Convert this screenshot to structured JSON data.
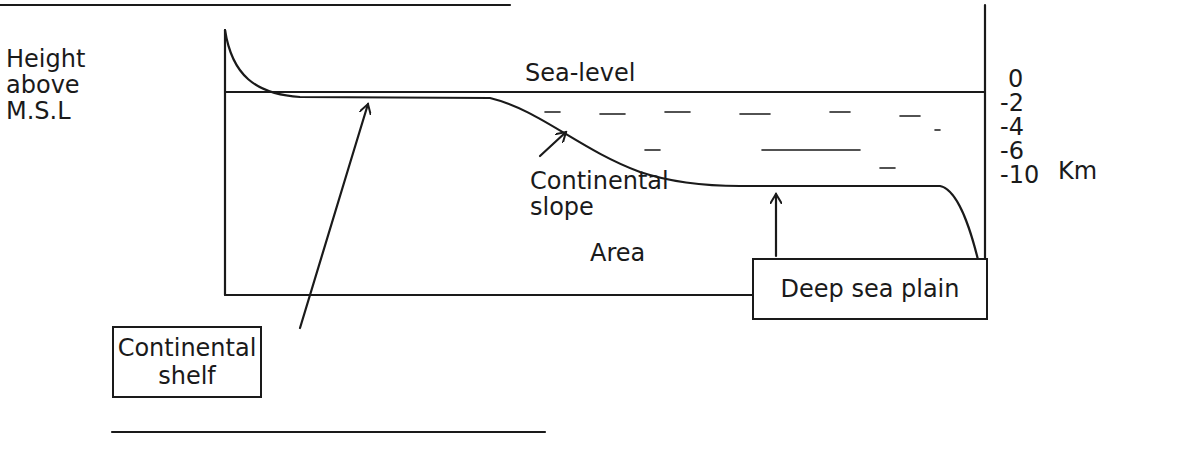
{
  "diagram": {
    "nodes": [
      {
        "text": [
          "Continental shelf"
        ]
      },
      {
        "text": [
          "Deep sea plain"
        ]
      }
    ],
    "labels": [
      "Height above M.S.L",
      "Sea-level",
      "0",
      "-2",
      "-4",
      "-6",
      "-10",
      "Km",
      "Continental slope",
      "Area"
    ]
  }
}
